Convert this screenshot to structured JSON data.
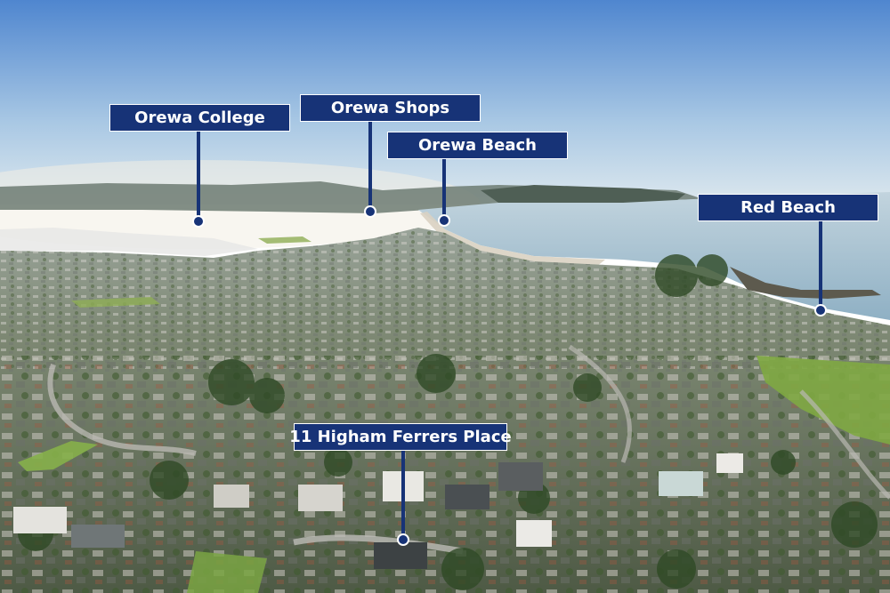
{
  "photo": {
    "colors": {
      "sky_top": "#4f86cf",
      "sky_bottom": "#d9e6ef",
      "sea": "#a9c2d2",
      "land": "#7b8b74",
      "marker": "#173377"
    }
  },
  "pins": [
    {
      "id": "orewa-college",
      "label": "Orewa College"
    },
    {
      "id": "orewa-shops",
      "label": "Orewa Shops"
    },
    {
      "id": "orewa-beach",
      "label": "Orewa Beach"
    },
    {
      "id": "red-beach",
      "label": "Red Beach"
    },
    {
      "id": "property",
      "label": "11 Higham Ferrers Place"
    }
  ]
}
